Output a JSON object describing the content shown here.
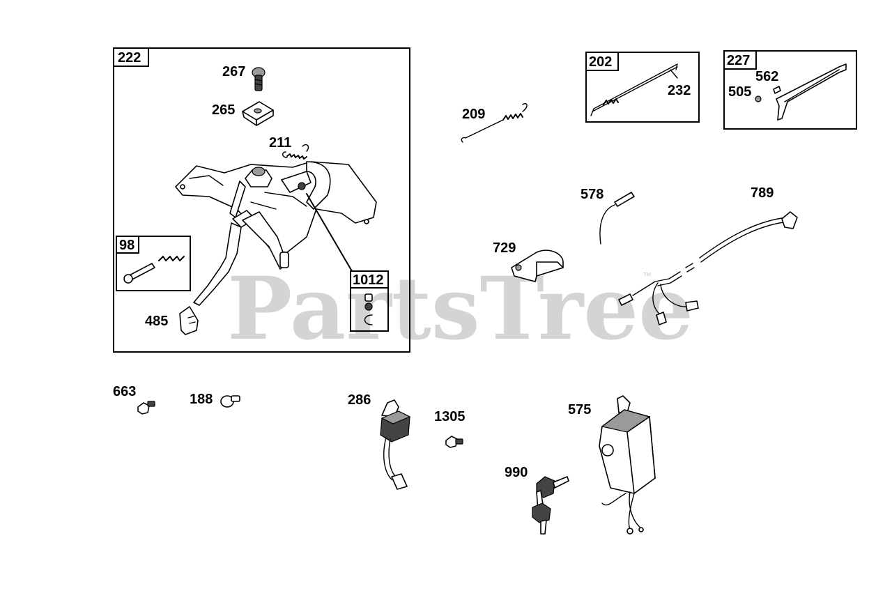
{
  "watermark": {
    "text": "PartsTree",
    "trademark": "™"
  },
  "callouts": {
    "c222": "222",
    "c267": "267",
    "c265": "265",
    "c211": "211",
    "c98": "98",
    "c1012": "1012",
    "c485": "485",
    "c209": "209",
    "c202": "202",
    "c232": "232",
    "c227": "227",
    "c562": "562",
    "c505": "505",
    "c578": "578",
    "c789": "789",
    "c729": "729",
    "c663": "663",
    "c188": "188",
    "c286": "286",
    "c1305": "1305",
    "c575": "575",
    "c990": "990"
  }
}
